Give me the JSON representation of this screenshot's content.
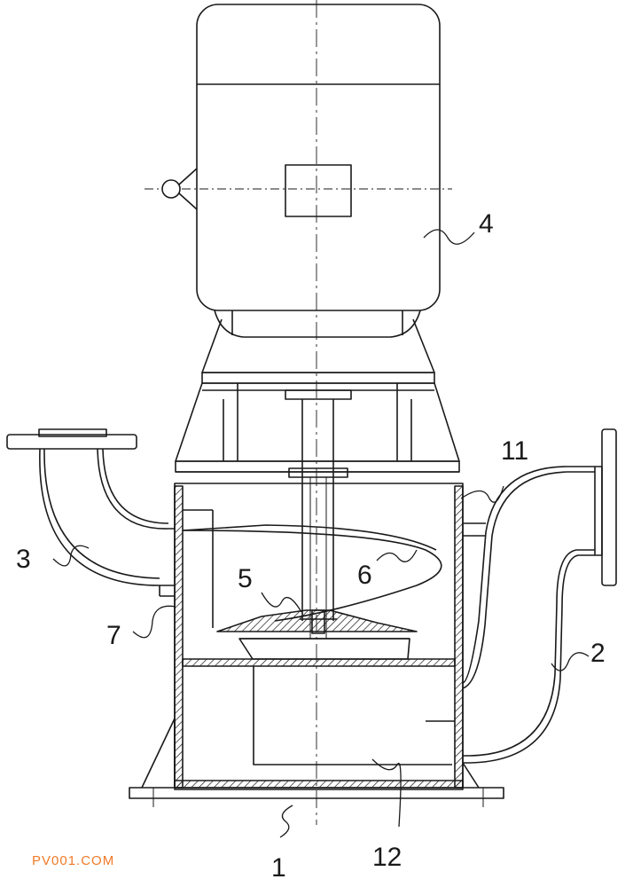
{
  "callouts": {
    "motor": "4",
    "outlet_pipe_left": "3",
    "inlet_pipe_right": "2",
    "impeller": "5",
    "spiral_vane": "6",
    "side_chamber": "7",
    "upper_chamber": "11",
    "lower_chamber": "12",
    "base": "1"
  },
  "watermark": "PV001.COM",
  "colors": {
    "line": "#1a1a1a",
    "watermark": "#f07a28"
  }
}
